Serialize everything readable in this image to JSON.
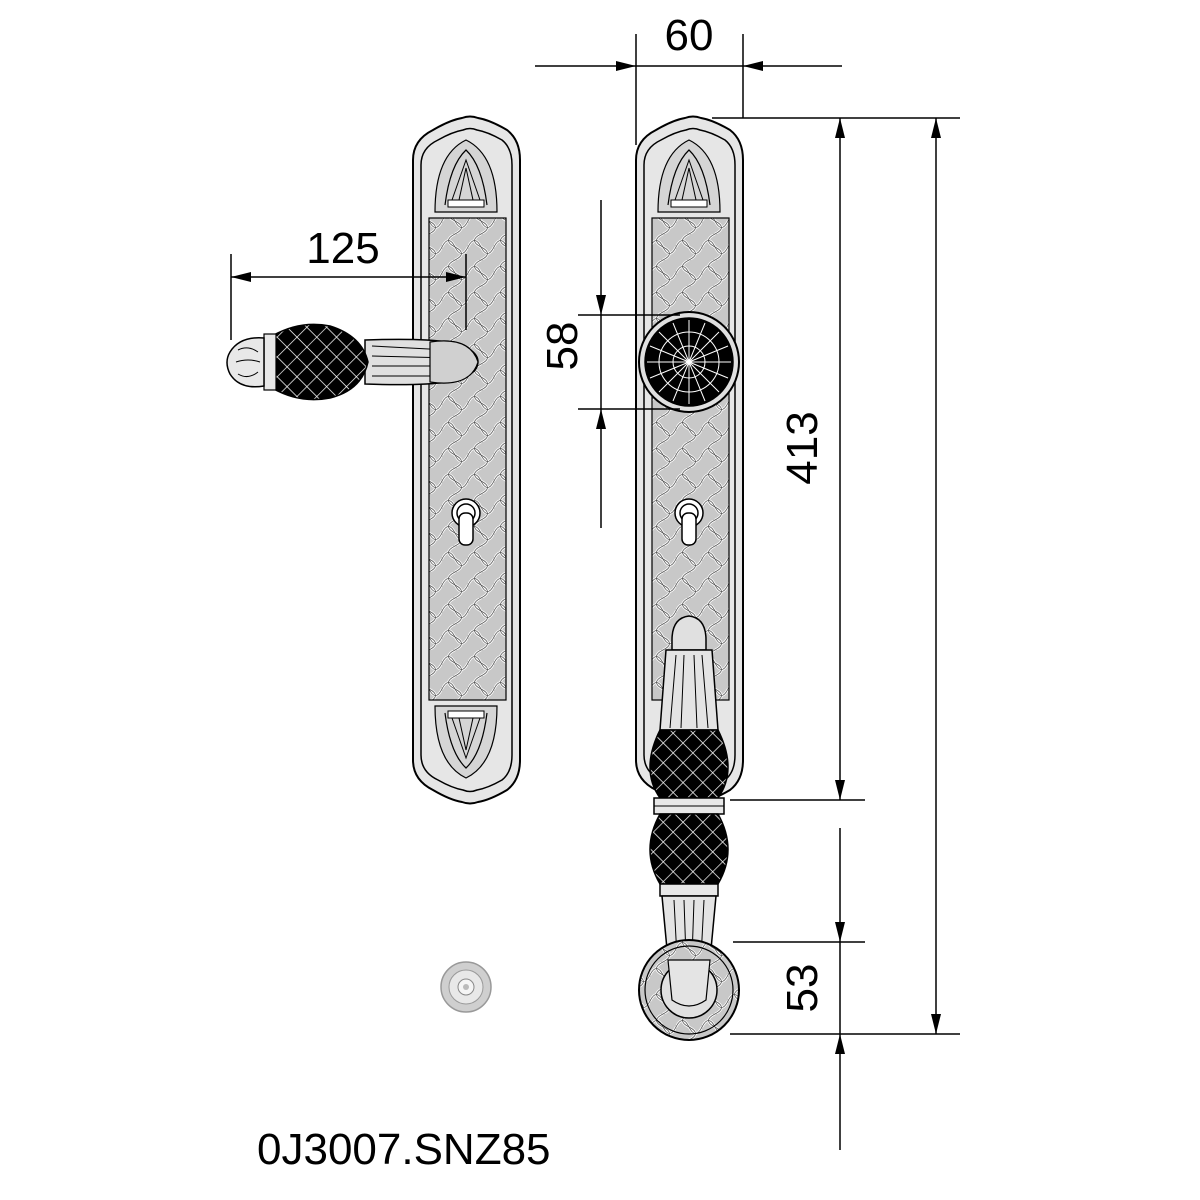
{
  "diagram": {
    "model_code": "0J3007.SNZ85",
    "dimensions": {
      "lever_projection": "125",
      "plate_width": "60",
      "knob_diameter": "58",
      "plate_height": "413",
      "rose_diameter": "53"
    },
    "colors": {
      "line": "#000000",
      "plate_fill": "#cfcfcf",
      "plate_pattern": "#ffffff",
      "grip_fill": "#000000",
      "metal_fill": "#d9d9d9"
    }
  }
}
